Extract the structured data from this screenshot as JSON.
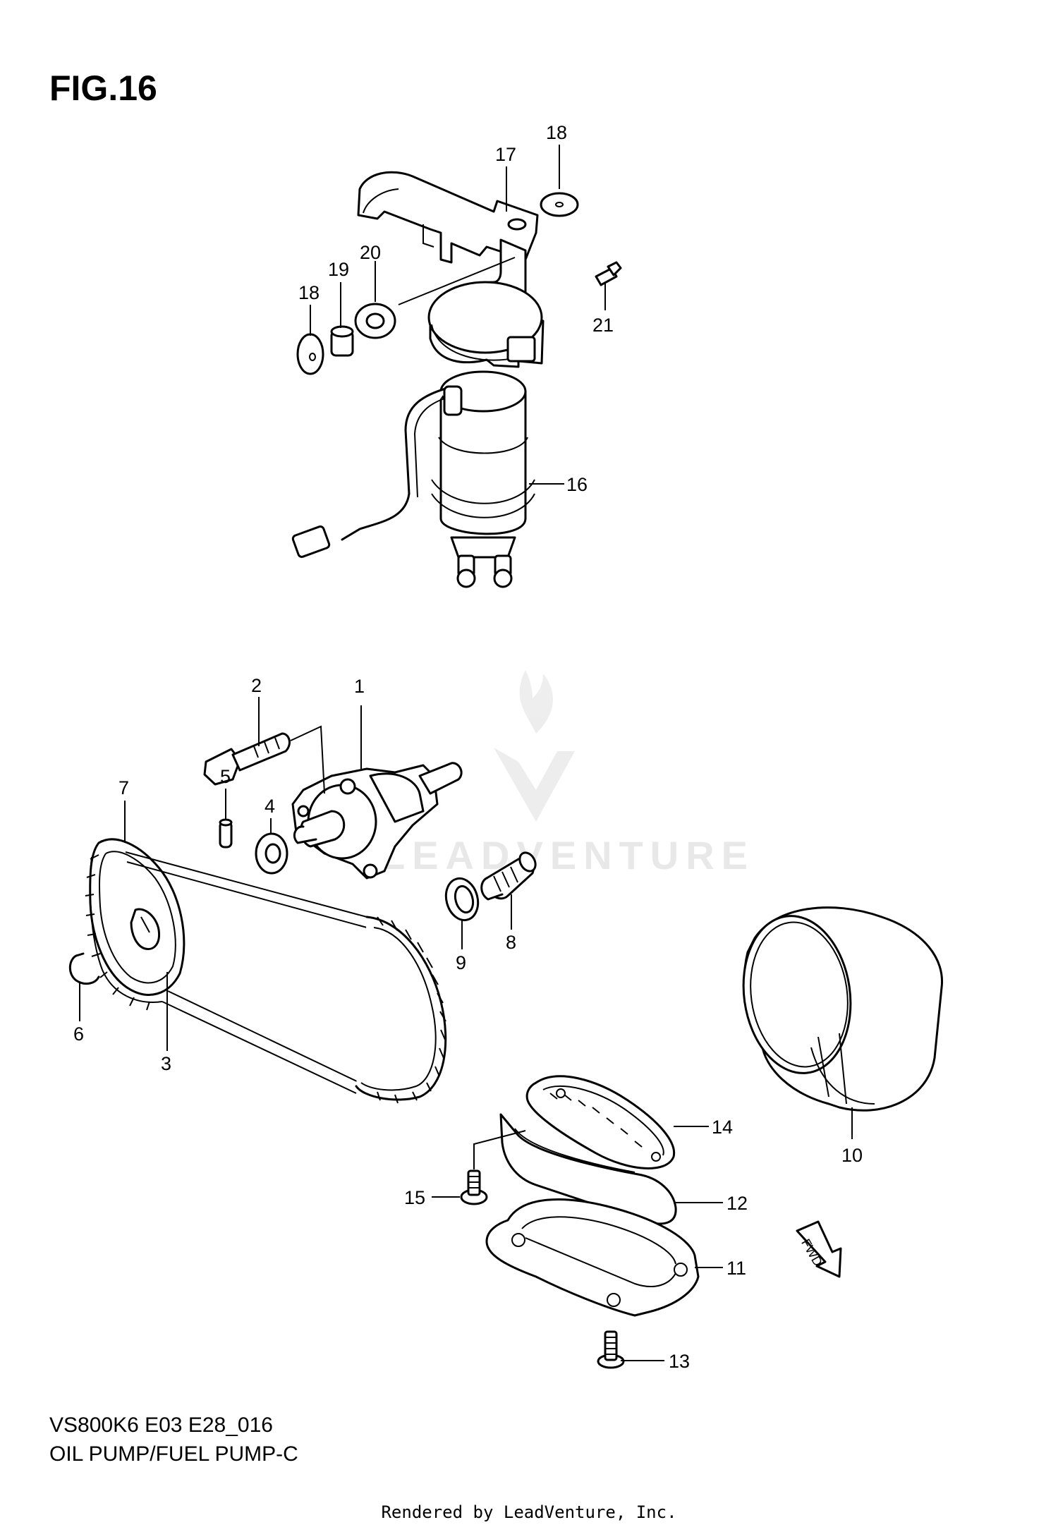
{
  "figure": {
    "title": "FIG.16",
    "model_code": "VS800K6 E03 E28_016",
    "caption": "OIL PUMP/FUEL PUMP-C",
    "rendered_by": "Rendered by LeadVenture, Inc.",
    "watermark": "LEADVENTURE"
  },
  "callouts": {
    "c1": "1",
    "c2": "2",
    "c3": "3",
    "c4": "4",
    "c5": "5",
    "c6": "6",
    "c7": "7",
    "c8": "8",
    "c9": "9",
    "c10": "10",
    "c11": "11",
    "c12": "12",
    "c13": "13",
    "c14": "14",
    "c15": "15",
    "c16": "16",
    "c17": "17",
    "c18a": "18",
    "c18b": "18",
    "c19": "19",
    "c20": "20",
    "c21": "21"
  },
  "fwd_label": "FWD"
}
